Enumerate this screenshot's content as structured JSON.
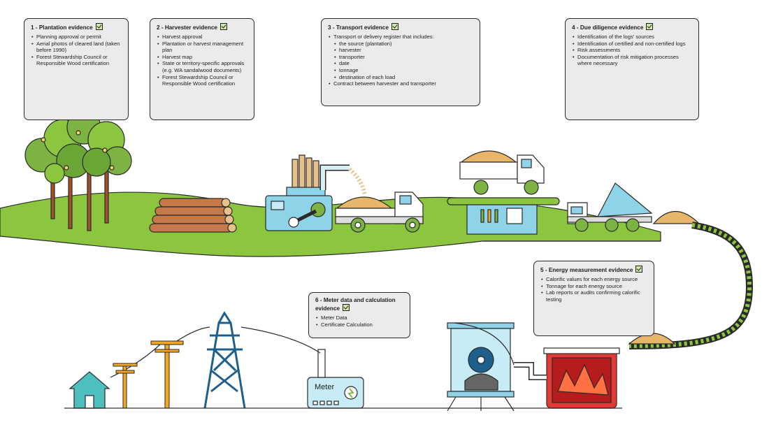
{
  "cards": [
    {
      "title": "1 - Plantation evidence",
      "items": [
        "Planning approval or permit",
        "Aerial photos of cleared land (taken before 1990)",
        "Forest Stewardship Council or Responsible Wood certification"
      ]
    },
    {
      "title": "2 - Harvester evidence",
      "items": [
        "Harvest approval",
        "Plantation or harvest management plan",
        "Harvest map",
        "State or territory-specific approvals (e.g. WA sandalwood documents)",
        "Forest Stewardship Council or Responsible Wood certification"
      ]
    },
    {
      "title": "3 - Transport evidence",
      "intro": "Transport or delivery register that includes:",
      "subitems": [
        "the source (plantation)",
        "harvester",
        "transporter",
        "date",
        "tonnage",
        "destination of each load"
      ],
      "outro": "Contract between harvester and transporter"
    },
    {
      "title": "4 - Due diligence evidence",
      "items": [
        "Identification of the logs' sources",
        "Identification of certified and non-certified logs",
        "Risk assessments",
        "Documentation of risk mitigation processes where necessary"
      ]
    },
    {
      "title": "5 - Energy measurement evidence",
      "items": [
        "Calorific values for each energy source",
        "Tonnage for each energy source",
        "Lab reports or audits confirming calorific testing"
      ]
    },
    {
      "title": "6 - Meter data and calculation evidence",
      "items": [
        "Meter Data",
        "Certificate Calculation"
      ]
    }
  ],
  "meter": {
    "label": "Meter"
  },
  "colors": {
    "grass": "#8cc63f",
    "trunk": "#a0532a",
    "leaf": "#7cb342",
    "conveyor": "#8cc63f",
    "furnace": "#e53935",
    "house": "#4dbfbf",
    "pole": "#f5a623",
    "tower": "#1f5f8b",
    "machine": "#8fd3e8",
    "truck_cab": "#ffffff",
    "wheel": "#7cb342",
    "card_bg": "#ebebeb",
    "check": "#cfe8a8"
  }
}
